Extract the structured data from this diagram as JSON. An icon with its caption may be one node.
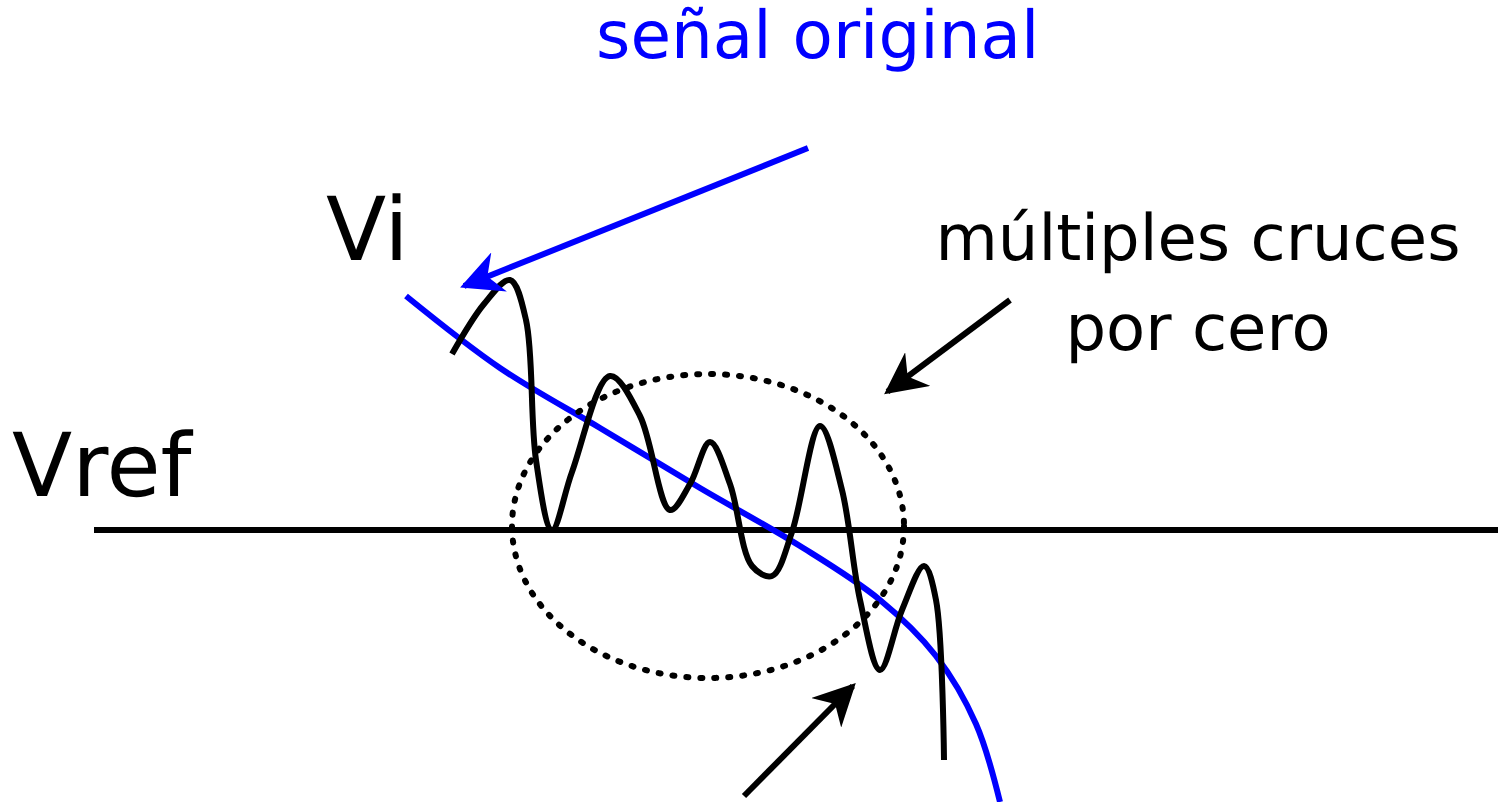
{
  "diagram": {
    "nodes": [
      {
        "text": [
          "señal original"
        ]
      },
      {
        "text": [
          "múltiples cruces por cero"
        ]
      },
      {
        "text": [],
        "shape": "circle"
      }
    ],
    "edges": [
      {
        "from": 0,
        "to": null,
        "arrow": "to",
        "color": "#0000ff"
      },
      {
        "from": 1,
        "to": 2,
        "arrow": "to"
      },
      {
        "from": null,
        "to": 2,
        "arrow": "to"
      }
    ],
    "labels": [
      "Vi",
      "Vref"
    ]
  }
}
